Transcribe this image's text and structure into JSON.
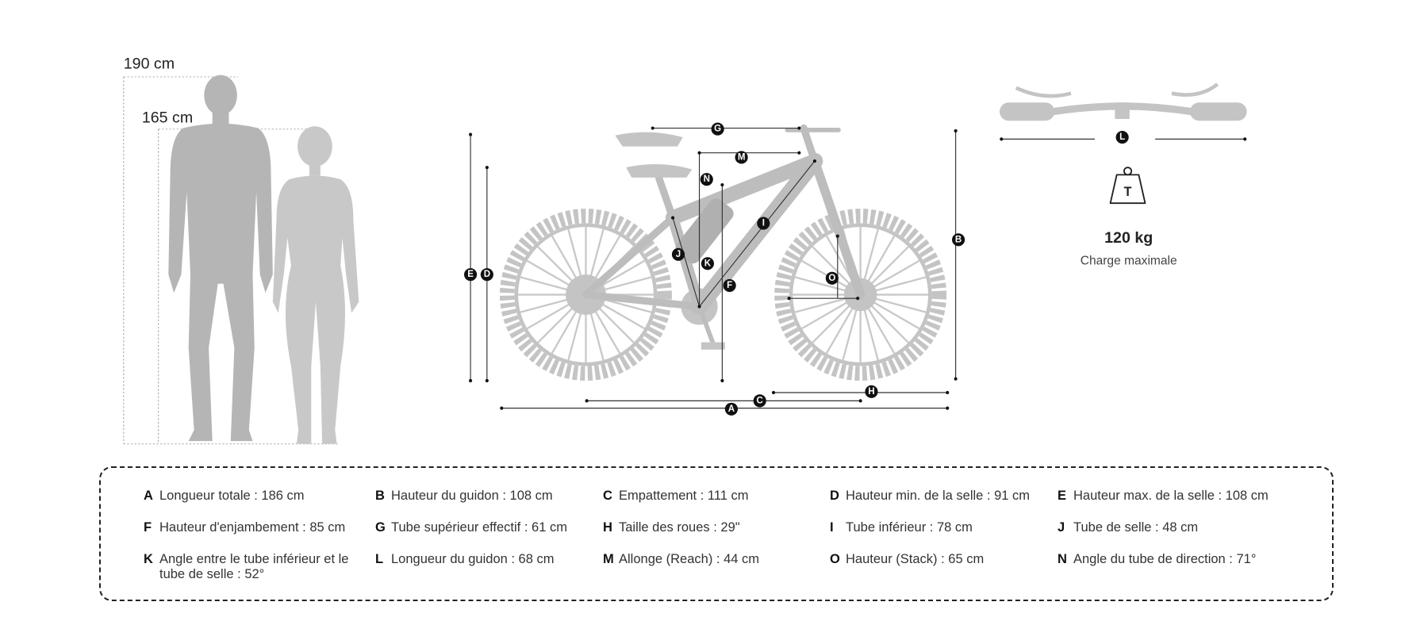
{
  "heights": {
    "tall": "190 cm",
    "short": "165 cm"
  },
  "load": {
    "value": "120 kg",
    "label": "Charge maximale",
    "icon": "weight-icon",
    "icon_letter": "T"
  },
  "legend": {
    "items": [
      {
        "letter": "A",
        "text": "Longueur totale : 186 cm"
      },
      {
        "letter": "B",
        "text": "Hauteur du guidon : 108 cm"
      },
      {
        "letter": "C",
        "text": "Empattement : 111 cm"
      },
      {
        "letter": "D",
        "text": "Hauteur min. de la selle : 91 cm"
      },
      {
        "letter": "E",
        "text": "Hauteur max. de la selle : 108 cm"
      },
      {
        "letter": "F",
        "text": "Hauteur d'enjambement : 85 cm"
      },
      {
        "letter": "G",
        "text": "Tube supérieur effectif : 61 cm"
      },
      {
        "letter": "H",
        "text": "Taille des roues : 29\""
      },
      {
        "letter": "I",
        "text": "Tube inférieur : 78 cm"
      },
      {
        "letter": "J",
        "text": "Tube de selle : 48 cm"
      },
      {
        "letter": "K",
        "text": "Angle entre le tube inférieur et le tube de selle : 52°"
      },
      {
        "letter": "L",
        "text": "Longueur du guidon : 68 cm"
      },
      {
        "letter": "M",
        "text": "Allonge (Reach) : 44 cm"
      },
      {
        "letter": "O",
        "text": "Hauteur (Stack) : 65 cm"
      },
      {
        "letter": "N",
        "text": "Angle du tube de direction : 71°"
      }
    ]
  }
}
